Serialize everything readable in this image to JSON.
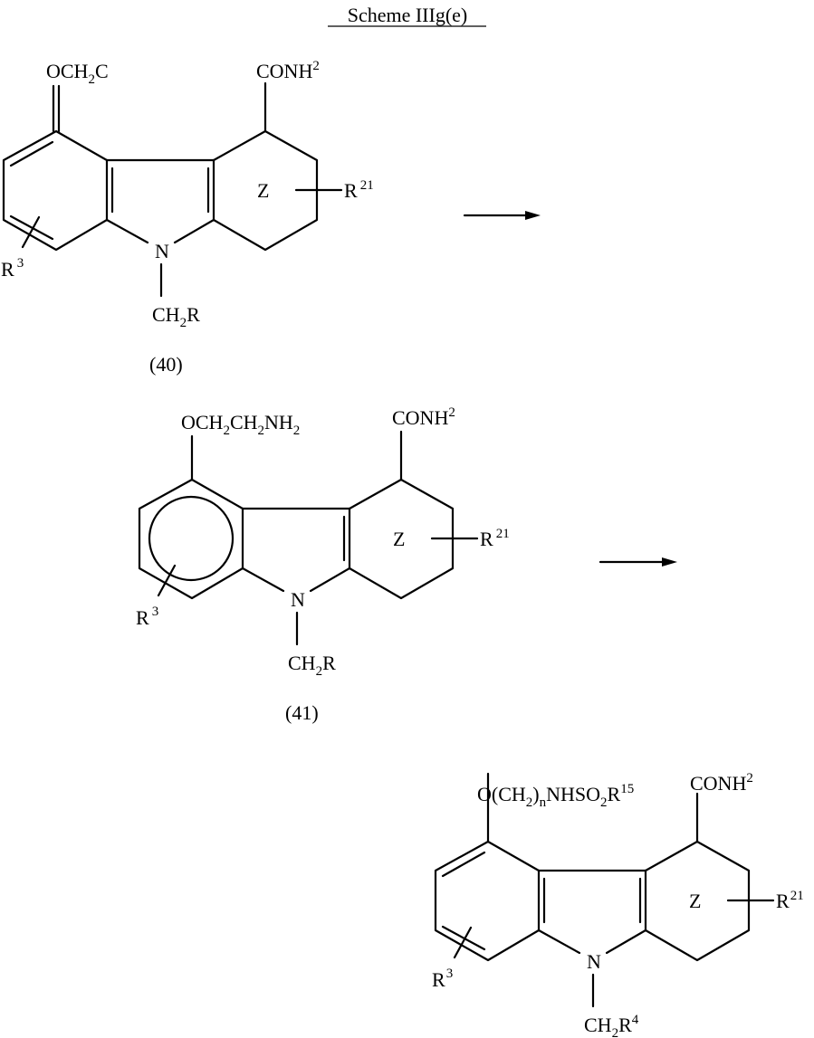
{
  "title": "Scheme IIIg(e)",
  "compounds": [
    {
      "label": "(40)",
      "top": {
        "a": "OCH",
        "s1": "2",
        "b": "C"
      },
      "amide": {
        "a": "CONH",
        "sup": "2"
      },
      "ring": "Z",
      "r21": {
        "a": "R",
        "sup": "21"
      },
      "r3": {
        "a": "R",
        "sup": "3"
      },
      "n": "N",
      "nsub": {
        "a": "CH",
        "s1": "2",
        "b": "R"
      }
    },
    {
      "label": "(41)",
      "top": {
        "a": "OCH",
        "s1": "2",
        "b": "CH",
        "s2": "2",
        "c": "NH",
        "s3": "2"
      },
      "amide": {
        "a": "CONH",
        "sup": "2"
      },
      "ring": "Z",
      "r21": {
        "a": "R",
        "sup": "21"
      },
      "r3": {
        "a": "R",
        "sup": "3"
      },
      "n": "N",
      "nsub": {
        "a": "CH",
        "s1": "2",
        "b": "R"
      }
    },
    {
      "top": {
        "a": "O(CH",
        "s1": "2",
        "b": ")",
        "s2": "n",
        "c": "NHSO",
        "s3": "2",
        "d": "R",
        "sup": "15"
      },
      "amide": {
        "a": "CONH",
        "sup": "2"
      },
      "ring": "Z",
      "r21": {
        "a": "R",
        "sup": "21"
      },
      "r3": {
        "a": "R",
        "sup": "3"
      },
      "n": "N",
      "nsub": {
        "a": "CH",
        "s1": "2",
        "b": "R",
        "sup": "4"
      }
    }
  ]
}
